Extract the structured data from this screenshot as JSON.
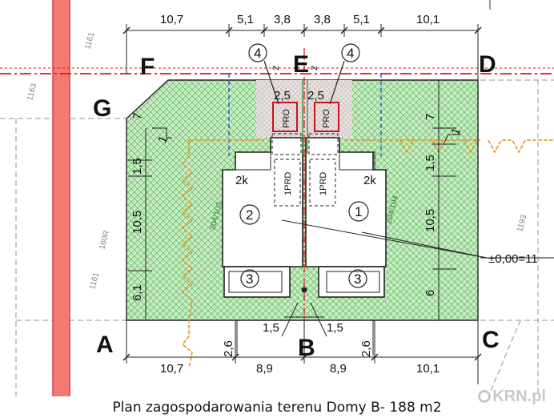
{
  "caption": "Plan zagospodarowania terenu Domy B- 188 m2",
  "watermark": "KRN.pl",
  "points": {
    "a": "A",
    "b": "B",
    "c": "C",
    "d": "D",
    "e": "E",
    "f": "F",
    "g": "G"
  },
  "top_dims": [
    "10,7",
    "5,1",
    "3,8",
    "3,8",
    "5,1",
    "10,1"
  ],
  "bottom_dims": [
    "10,7",
    "8,9",
    "8,9",
    "10,1"
  ],
  "left_dims": [
    "1,5",
    "10,5",
    "6,1"
  ],
  "right_dims": [
    "7",
    "1,5",
    "10,5",
    "6"
  ],
  "small_dims": [
    "1,5",
    "1,5",
    "2,6",
    "2,6",
    "2,5",
    "2,5",
    "2",
    "2"
  ],
  "markers": {
    "one": "1",
    "seven": "7",
    "one_right": "1",
    "level": "±0,00=11"
  },
  "labels": {
    "kitchen_left": "2k",
    "kitchen_right": "2k",
    "prd_left": "1PRD",
    "prd_right": "1PRD",
    "pro_left": "PRO",
    "pro_right": "PRO"
  },
  "circles": {
    "one": "1",
    "two": "2",
    "three_left": "3",
    "three_right": "3",
    "four_left": "4",
    "four_right": "4"
  },
  "parcels": {
    "left_parcel": "204/103",
    "right_parcel": "204/104",
    "far_left": "160R",
    "gray_left": "1161",
    "gray_left2": "1163",
    "gray_right": "1193",
    "gray_top": "1161"
  },
  "colors": {
    "fill": "#c6ecc2",
    "hatch": "#4aa84a",
    "red": "#e0121a",
    "road": "#f27a72",
    "orange": "#e8941f",
    "blue": "#1c3fd6",
    "gray": "#7a8a7a"
  }
}
